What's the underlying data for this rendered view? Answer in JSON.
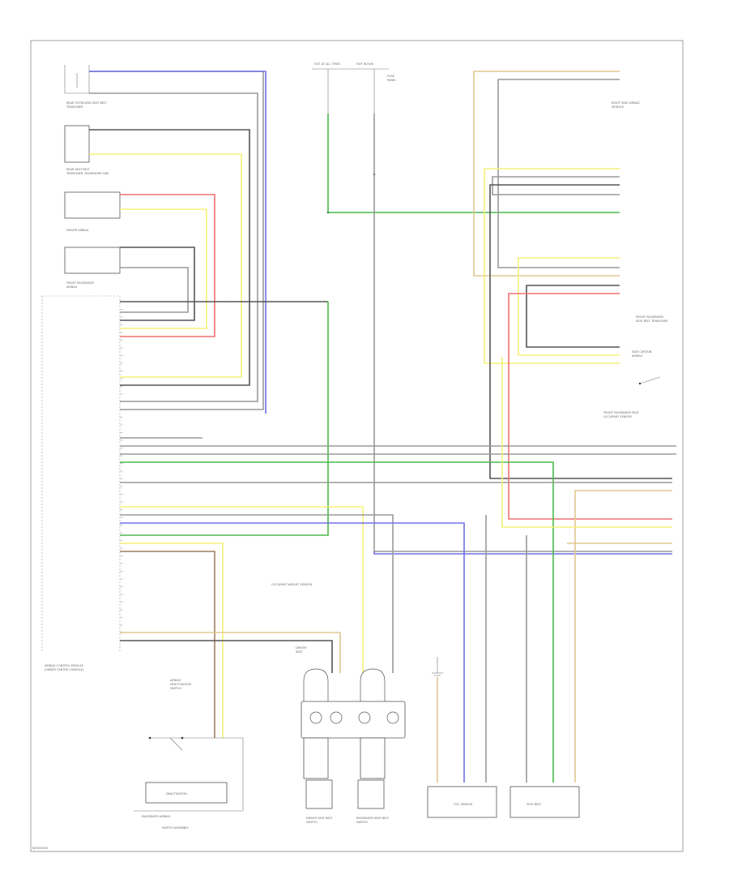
{
  "colors": {
    "gray": "#9a9a9a",
    "dark": "#555555",
    "yellow": "#f5f07a",
    "red": "#f07070",
    "blue": "#7070e8",
    "green": "#4bb84b",
    "tan": "#e0c890",
    "brown": "#a08060",
    "black": "#333333"
  },
  "page_code": "W0000000",
  "left_components": {
    "rear_seat_belt_1": "REAR OUTBOARD SEAT BELT\nTENSIONER",
    "rear_seat_belt_2": "REAR SEAT BELT\nTENSIONER, PASSENGER SIDE",
    "airbag_1": "DRIVER AIRBAG",
    "airbag_2": "FRONT PASSENGER\nAIRBAG",
    "module": "AIRBAG CONTROL MODULE\n(UNDER CENTER CONSOLE)",
    "switch_label": "AIRBAG\nDEACTIVATION\nSWITCH",
    "switch_body": "DEACTIVATION",
    "switch_footer": "PASSENGER AIRBAG",
    "switch_caption": "SWITCH ASSEMBLY"
  },
  "top_center": {
    "fuse_a": "HOT AT ALL TIMES",
    "fuse_b": "HOT IN RUN",
    "fuse_note": "FUSE\nPANEL"
  },
  "right_components": {
    "label_1": "RIGHT SIDE AIRBAG\nMODULE",
    "label_2": "FRONT PASSENGER\nSEAT BELT TENSIONER",
    "label_3": "SIDE CURTAIN\nAIRBAG",
    "label_4": "FRONT PASSENGER SEAT\nOCCUPANT SENSOR"
  },
  "bottom_components": {
    "note": "OCCUPANT WEIGHT SENSOR",
    "connector_label": "DRIVER\nSEAT",
    "seat_left": "DRIVER SEAT BELT\nSWITCH",
    "seat_right": "PASSENGER SEAT BELT\nSWITCH",
    "box_1": "OCC SENSOR",
    "box_2": "SEAT BELT"
  }
}
